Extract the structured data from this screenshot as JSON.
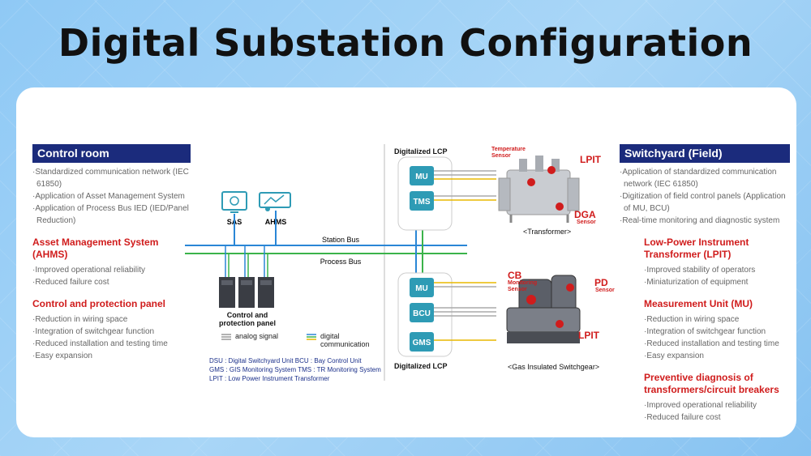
{
  "title": "Digital Substation Configuration",
  "left_panel": {
    "heading": "Control room",
    "bullets": [
      "Standardized communication network (IEC 61850)",
      "Application of Asset Management System",
      "Application of Process Bus IED (IED/Panel Reduction)"
    ],
    "sections": [
      {
        "title": "Asset Management System (AHMS)",
        "items": [
          "Improved operational reliability",
          "Reduced failure cost"
        ]
      },
      {
        "title": "Control and protection panel",
        "items": [
          "Reduction in wiring space",
          "Integration of switchgear function",
          "Reduced installation and testing time",
          "Easy expansion"
        ]
      }
    ]
  },
  "right_panel": {
    "heading": "Switchyard (Field)",
    "bullets": [
      "Application of standardized communication network (IEC 61850)",
      "Digitization of field control panels (Application of MU, BCU)",
      "Real-time monitoring and diagnostic system"
    ],
    "sections": [
      {
        "title": "Low-Power Instrument Transformer (LPIT)",
        "items": [
          "Improved stability of operators",
          "Miniaturization of equipment"
        ]
      },
      {
        "title": "Measurement Unit (MU)",
        "items": [
          "Reduction in wiring space",
          "Integration of switchgear function",
          "Reduced installation and testing time",
          "Easy expansion"
        ]
      },
      {
        "title": "Preventive diagnosis of transformers/circuit breakers",
        "items": [
          "Improved operational reliability",
          "Reduced failure cost"
        ]
      }
    ]
  },
  "diagram": {
    "sas": "SAS",
    "ahms": "AHMS",
    "station_bus": "Station Bus",
    "process_bus": "Process Bus",
    "control_panel": "Control and protection panel",
    "legend_analog": "analog signal",
    "legend_digital": "digital communication",
    "lcp_top": "Digitalized LCP",
    "lcp_bottom": "Digitalized LCP",
    "mu_top": "MU",
    "tms": "TMS",
    "mu_bottom": "MU",
    "bcu": "BCU",
    "gms": "GMS",
    "temp_sensor": "Temperature Sensor",
    "lpit_top": "LPIT",
    "dga": "DGA",
    "dga_sensor": "Sensor",
    "transformer": "<Transformer>",
    "cb": "CB",
    "cb_sensor": "Monitoring Sensor",
    "pd": "PD",
    "pd_sensor": "Sensor",
    "lpit_bottom": "LPIT",
    "gis": "<Gas Insulated Switchgear>",
    "abbr1": "DSU : Digital Switchyard Unit   BCU : Bay Control Unit",
    "abbr2": "GMS : GIS Monitoring System   TMS : TR Monitoring System",
    "abbr3": "LPIT : Low Power Instrument Transformer"
  },
  "colors": {
    "navy": "#1b2b7c",
    "red": "#d01c1c",
    "blue_bus": "#2a86d6",
    "green_bus": "#3bb34a",
    "teal_box": "#2e9bb5"
  }
}
